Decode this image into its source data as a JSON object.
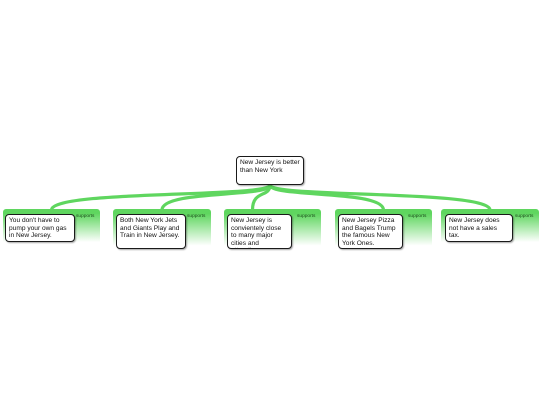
{
  "colors": {
    "connector": "#5fd65f",
    "panel_top": "#5fd65f",
    "panel_bottom": "#ffffff",
    "border": "#1a1a1a"
  },
  "conclusion": {
    "text": "New Jersey is better than New York"
  },
  "reasons": [
    {
      "text": "You don't have to pump your own gas in New Jersey.",
      "relation": "supports"
    },
    {
      "text": "Both New York Jets and Giants Play and Train in New Jersey.",
      "relation": "supports"
    },
    {
      "text": "New Jersey is convientely close to many major cities and attractions.",
      "relation": "supports"
    },
    {
      "text": "New Jersey Pizza and Bagels Trump the famous New York Ones.",
      "relation": "supports"
    },
    {
      "text": "New Jersey does not have a sales tax.",
      "relation": "supports"
    }
  ]
}
